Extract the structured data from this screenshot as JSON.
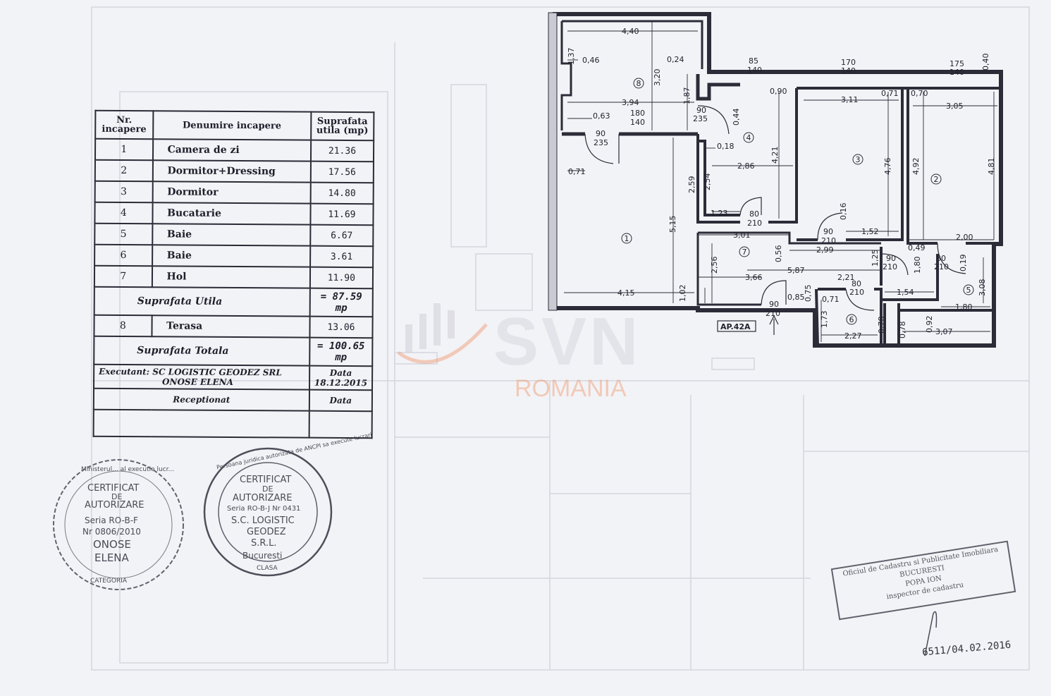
{
  "table": {
    "header": {
      "nr": "Nr. incapere",
      "name": "Denumire incapere",
      "area": "Suprafata utila (mp)"
    },
    "rooms": [
      {
        "nr": "1",
        "name": "Camera de zi",
        "area": "21.36"
      },
      {
        "nr": "2",
        "name": "Dormitor+Dressing",
        "area": "17.56"
      },
      {
        "nr": "3",
        "name": "Dormitor",
        "area": "14.80"
      },
      {
        "nr": "4",
        "name": "Bucatarie",
        "area": "11.69"
      },
      {
        "nr": "5",
        "name": "Baie",
        "area": "6.67"
      },
      {
        "nr": "6",
        "name": "Baie",
        "area": "3.61"
      },
      {
        "nr": "7",
        "name": "Hol",
        "area": "11.90"
      }
    ],
    "useful_label": "Suprafata Utila",
    "useful_value": "= 87.59 mp",
    "terrace": {
      "nr": "8",
      "name": "Terasa",
      "area": "13.06"
    },
    "total_label": "Suprafata Totala",
    "total_value": "= 100.65 mp",
    "executant": "Executant: SC LOGISTIC GEODEZ SRL",
    "executant_person": "ONOSE ELENA",
    "date_label": "Data",
    "date_value": "18.12.2015",
    "received_label": "Receptionat",
    "received_date_label": "Data"
  },
  "plan": {
    "apartment_label": "AP.42A",
    "room_numbers": [
      "1",
      "2",
      "3",
      "4",
      "5",
      "6",
      "7",
      "8"
    ],
    "dims": {
      "d440": "4,40",
      "d137": "1,37",
      "d046": "0,46",
      "d024": "0,24",
      "d320": "3,20",
      "d085": "85",
      "d140a": "140",
      "d170": "170",
      "d140b": "140",
      "d175": "175",
      "d140c": "140",
      "d040": "0,40",
      "d394": "3,94",
      "d187": "1,87",
      "d090a": "0,90",
      "d311": "3,11",
      "d071a": "0,71",
      "d070": "0,70",
      "d305": "3,05",
      "d063": "0,63",
      "d180": "180",
      "d140d": "140",
      "d090b": "90",
      "d235a": "235",
      "d044": "0,44",
      "d090c": "90",
      "d235b": "235",
      "d018": "0,18",
      "d421": "4,21",
      "d476": "4,76",
      "d492": "4,92",
      "d481": "4,81",
      "d071b": "0,71",
      "d286": "2,86",
      "d254": "2,54",
      "d259": "2,59",
      "d515": "5,15",
      "d123": "1,23",
      "d080a": "80",
      "d210a": "210",
      "d016": "0,16",
      "d090d": "90",
      "d210b": "210",
      "d152": "1,52",
      "d301": "3,01",
      "d299": "2,99",
      "d049": "0,49",
      "d200": "2,00",
      "d056": "0,56",
      "d125": "1,25",
      "d090e": "90",
      "d210c": "210",
      "d080b": "80",
      "d210d": "210",
      "d180b": "1,80",
      "d019": "0,19",
      "d256": "2,56",
      "d587": "5,87",
      "d221": "2,21",
      "d366": "3,66",
      "d080c": "80",
      "d210e": "210",
      "d154": "1,54",
      "d308": "3,08",
      "d415": "4,15",
      "d102": "1,02",
      "d085b": "0,85",
      "d075": "0,75",
      "d071c": "0,71",
      "d180c": "1,80",
      "d090f": "90",
      "d210f": "210",
      "d173": "1,73",
      "d078": "0,78",
      "d078b": "0,78",
      "d092": "0,92",
      "d227": "2,27",
      "d307": "3,07"
    }
  },
  "stamps": {
    "person": {
      "top": "Ministerul... al executie lucr...",
      "l1": "CERTIFICAT",
      "l2": "DE",
      "l3": "AUTORIZARE",
      "l4": "Seria RO-B-F",
      "l5": "Nr 0806/2010",
      "l6": "ONOSE",
      "l7": "ELENA",
      "bottom": "CATEGORIA"
    },
    "company": {
      "ring": "Persoana juridica autorizata de ANCPI sa execute lucrari",
      "l1": "CERTIFICAT",
      "l2": "DE",
      "l3": "AUTORIZARE",
      "l4": "Seria RO-B-J Nr 0431",
      "l5": "S.C. LOGISTIC",
      "l6": "GEODEZ",
      "l7": "S.R.L.",
      "l8": "Bucuresti",
      "bottom": "CLASA"
    },
    "ocpi": {
      "l1": "Oficiul de Cadastru si Publicitate Imobiliara",
      "l2": "BUCURESTI",
      "l3": "POPA ION",
      "l4": "inspector de cadastru"
    },
    "reg_number": "6511/04.02.2016"
  },
  "watermark": {
    "brand": "SVN",
    "country": "ROMANIA"
  }
}
